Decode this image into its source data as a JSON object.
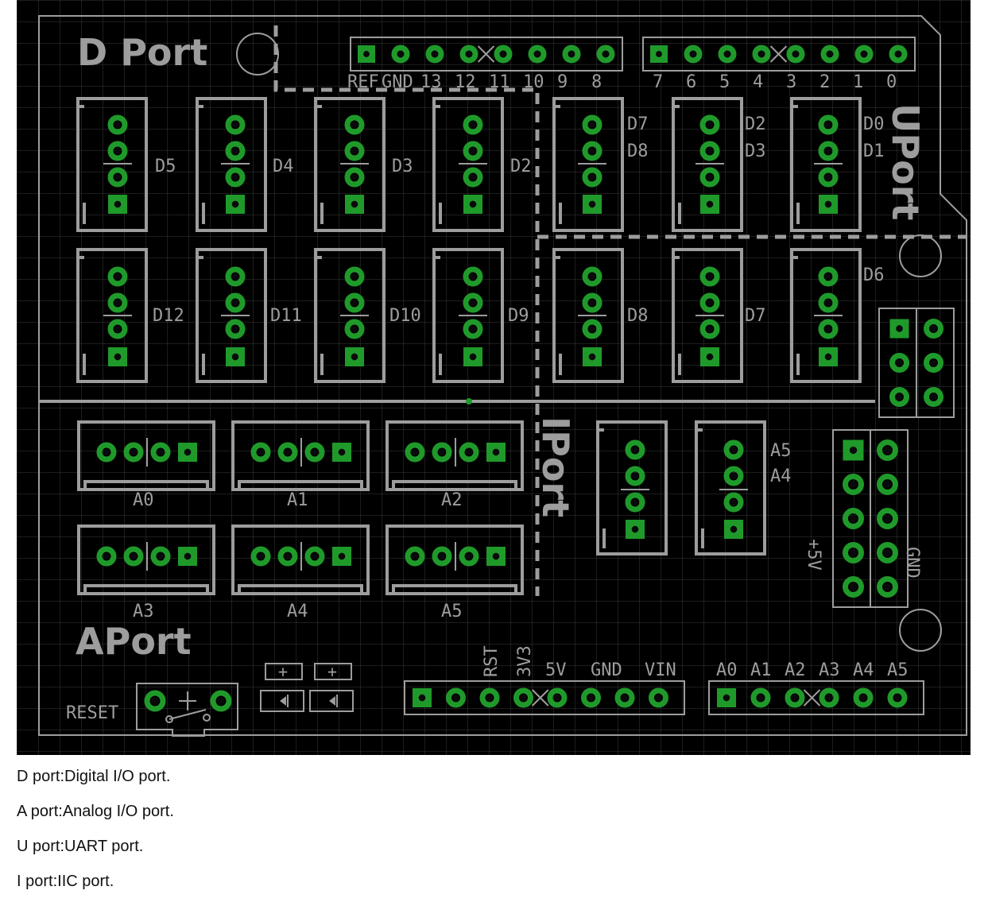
{
  "board": {
    "port_titles": {
      "d": "D Port",
      "a": "APort",
      "u": "UPort",
      "i": "IPort"
    },
    "top_header_left": [
      "REF",
      "GND",
      "13",
      "12",
      "11",
      "10",
      "9",
      "8"
    ],
    "top_header_right": [
      "7",
      "6",
      "5",
      "4",
      "3",
      "2",
      "1",
      "0"
    ],
    "d_row1": [
      "D5",
      "D4",
      "D3",
      "D2"
    ],
    "u_row1": [
      [
        "D7",
        "D8"
      ],
      [
        "D2",
        "D3"
      ],
      [
        "D0",
        "D1"
      ]
    ],
    "d_row2": [
      "D12",
      "D11",
      "D10",
      "D9",
      "D8",
      "D7",
      "D6"
    ],
    "a_row1": [
      "A0",
      "A1",
      "A2"
    ],
    "a_row2": [
      "A3",
      "A4",
      "A5"
    ],
    "i_labels": [
      "A5",
      "A4"
    ],
    "power_labels": {
      "plus5v": "+5V",
      "gnd": "GND"
    },
    "bottom_header_left": [
      "RST",
      "3V3",
      "5V",
      "GND",
      "VIN"
    ],
    "bottom_header_right": [
      "A0",
      "A1",
      "A2",
      "A3",
      "A4",
      "A5"
    ],
    "reset_label": "RESET",
    "button_mark": "+"
  },
  "descriptions": [
    "D port:Digital I/O port.",
    "A port:Analog I/O port.",
    "U port:UART port.",
    "I port:IIC port."
  ],
  "colors": {
    "board": "#000000",
    "silkscreen": "#9d9d9d",
    "pad": "#1f9a2a",
    "grid": "#3a3a3a"
  }
}
